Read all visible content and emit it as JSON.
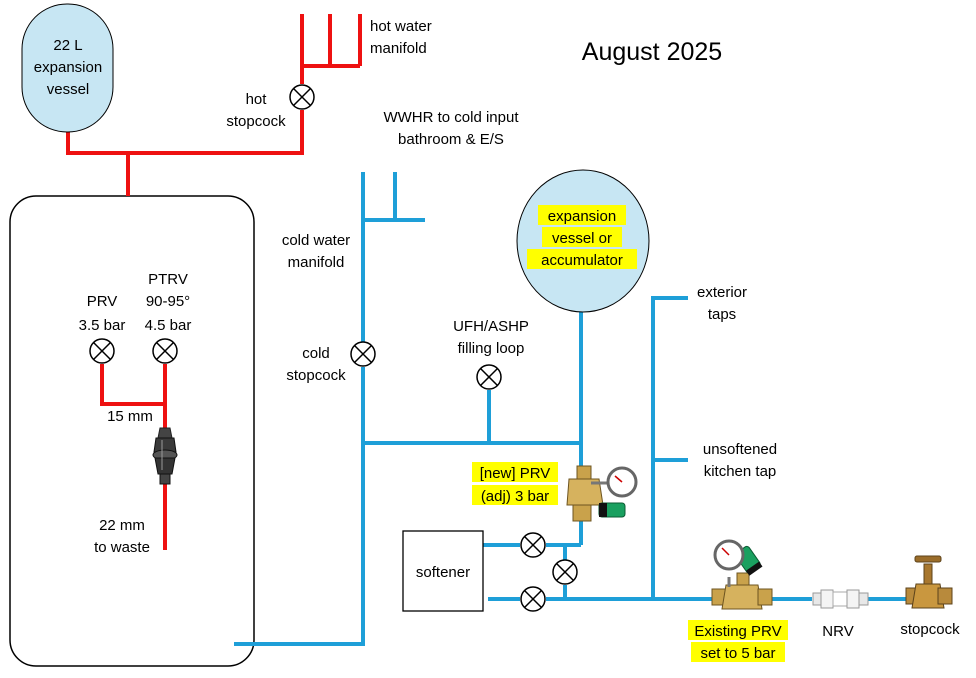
{
  "title": "August 2025",
  "colors": {
    "hot": "#ee1111",
    "cold": "#1e9fd8",
    "vessel_fill": "#c7e6f3",
    "highlight": "#ffff00"
  },
  "labels": {
    "expansion_vessel_22l": [
      "22 L",
      "expansion",
      "vessel"
    ],
    "hot_stopcock": [
      "hot",
      "stopcock"
    ],
    "hot_water_manifold": [
      "hot water",
      "manifold"
    ],
    "wwhr": [
      "WWHR to cold input",
      "bathroom & E/S"
    ],
    "cold_water_manifold": [
      "cold water",
      "manifold"
    ],
    "cold_stopcock": [
      "cold",
      "stopcock"
    ],
    "expansion_accumulator": [
      "expansion",
      "vessel or",
      "accumulator"
    ],
    "exterior_taps": [
      "exterior",
      "taps"
    ],
    "ufh_filling_loop": [
      "UFH/ASHP",
      "filling loop"
    ],
    "unsoftened_kitchen_tap": [
      "unsoftened",
      "kitchen tap"
    ],
    "prv_tank": [
      "PRV",
      "3.5 bar"
    ],
    "ptrv": [
      "PTRV",
      "90-95°",
      "4.5 bar"
    ],
    "pipe_15mm": "15 mm",
    "pipe_22mm": [
      "22 mm",
      "to waste"
    ],
    "new_prv": [
      "[new] PRV",
      "(adj) 3 bar"
    ],
    "softener": "softener",
    "existing_prv": [
      "Existing PRV",
      "set to 5 bar"
    ],
    "nrv": "NRV",
    "main_stopcock": "stopcock"
  }
}
